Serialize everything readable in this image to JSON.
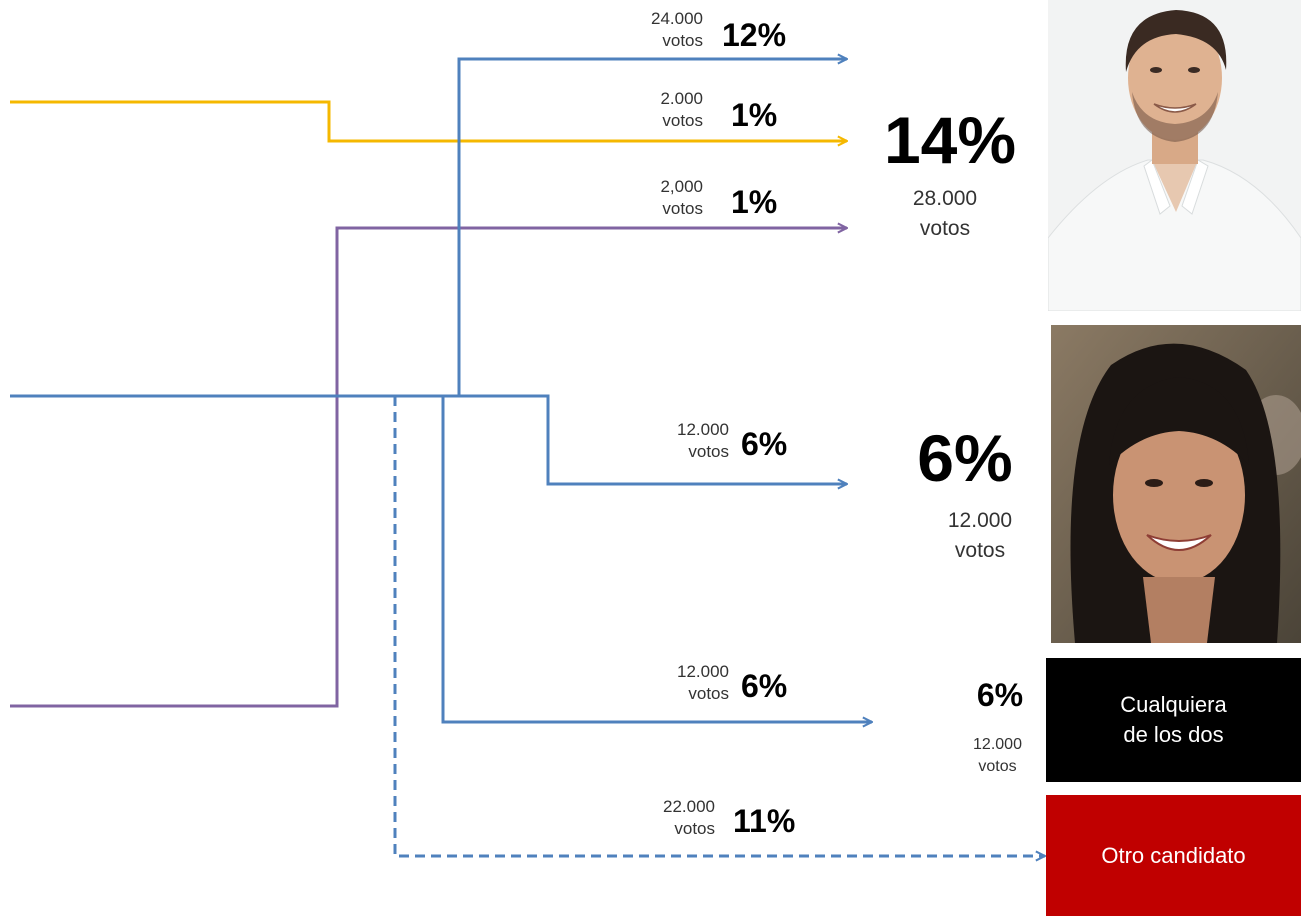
{
  "colors": {
    "blue": "#4F81BD",
    "yellow": "#F5B800",
    "purple": "#8064A2",
    "black_box": "#000000",
    "red_box": "#C00000"
  },
  "flows": [
    {
      "votes": "24.000",
      "unit": "votos",
      "pct": "12%"
    },
    {
      "votes": "2.000",
      "unit": "votos",
      "pct": "1%"
    },
    {
      "votes": "2,000",
      "unit": "votos",
      "pct": "1%"
    },
    {
      "votes": "12.000",
      "unit": "votos",
      "pct": "6%"
    },
    {
      "votes": "12.000",
      "unit": "votos",
      "pct": "6%"
    },
    {
      "votes": "22.000",
      "unit": "votos",
      "pct": "11%"
    }
  ],
  "candidates": [
    {
      "pct": "14%",
      "votes": "28.000",
      "unit": "votos",
      "photo": "man-in-white-shirt"
    },
    {
      "pct": "6%",
      "votes": "12.000",
      "unit": "votos",
      "photo": "woman-with-bangs"
    }
  ],
  "either": {
    "pct": "6%",
    "votes": "12.000",
    "unit": "votos",
    "line1": "Cualquiera",
    "line2": "de los dos"
  },
  "other": {
    "label": "Otro candidato"
  }
}
